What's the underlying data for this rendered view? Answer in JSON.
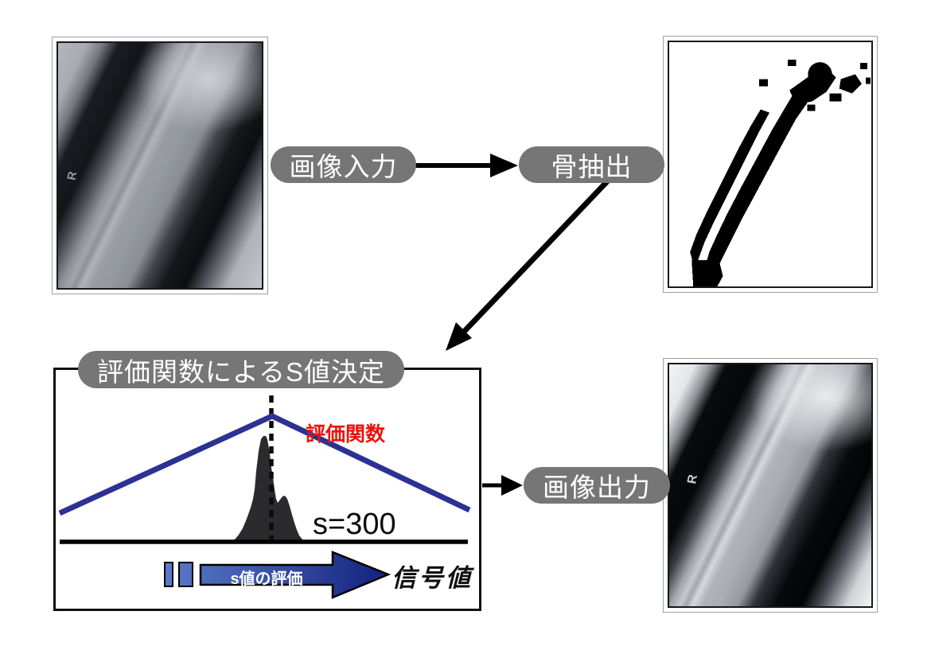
{
  "nodes": {
    "input_label": "画像入力",
    "bone_label": "骨抽出",
    "box_title": "評価関数によるS値決定",
    "output_label": "画像出力"
  },
  "graph": {
    "eval_function_label": "評価関数",
    "s_value_label": "s=300",
    "s_eval_arrow_label": "s値の評価",
    "signal_axis_label": "信号値"
  },
  "markers": {
    "r": "R"
  },
  "colors": {
    "pill_bg": "#767676",
    "pill_text": "#ffffff",
    "eval_line_blue": "#2c3193",
    "eval_label_red": "#e8140c",
    "histogram_fill": "#2b2b2e",
    "arrow_gradient_start": "#5a7cc9",
    "arrow_gradient_end": "#13217d",
    "box_border": "#111111"
  },
  "chart": {
    "type": "line",
    "description": "Triangular evaluation function peaking at the histogram position; signal-value histogram with main peak at selected s value",
    "selected_s_value": 300,
    "x_axis_label": "信号値",
    "series": [
      {
        "name": "評価関数",
        "shape": "triangle",
        "peak_x_fraction": 0.5
      },
      {
        "name": "histogram",
        "shape": "peak",
        "peak_x_fraction": 0.5
      }
    ]
  }
}
